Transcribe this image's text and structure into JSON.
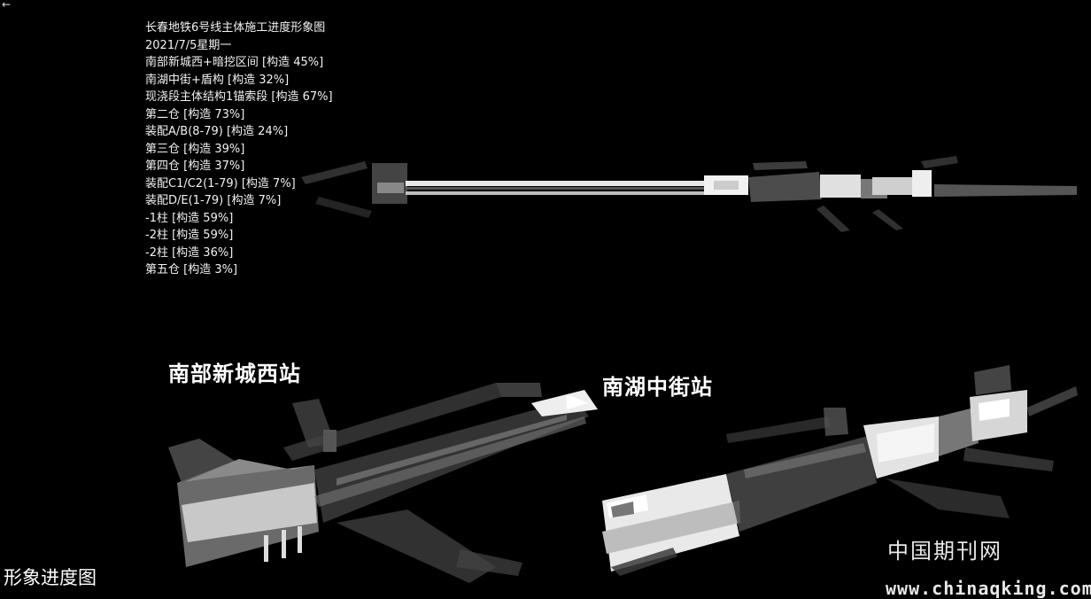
{
  "back_icon": "arrow-left-icon",
  "progress_panel": {
    "title": "长春地铁6号线主体施工进度形象图",
    "date": "2021/7/5星期一",
    "items": [
      "南部新城西+暗挖区间 [构造 45%]",
      "南湖中街+盾构 [构造 32%]",
      "现浇段主体结构1锚索段 [构造 67%]",
      "第二仓 [构造 73%]",
      "装配A/B(8-79) [构造 24%]",
      "第三仓 [构造 39%]",
      "第四仓 [构造 37%]",
      "装配C1/C2(1-79) [构造 7%]",
      "装配D/E(1-79) [构造 7%]",
      "-1柱 [构造 59%]",
      "-2柱 [构造 59%]",
      "-2柱 [构造 36%]",
      "第五仓 [构造 3%]"
    ]
  },
  "stations": {
    "left": "南部新城西站",
    "right": "南湖中街站"
  },
  "caption": "形象进度图",
  "watermark": {
    "cn": "中国期刊网",
    "url": "www.chinaqking.com"
  }
}
